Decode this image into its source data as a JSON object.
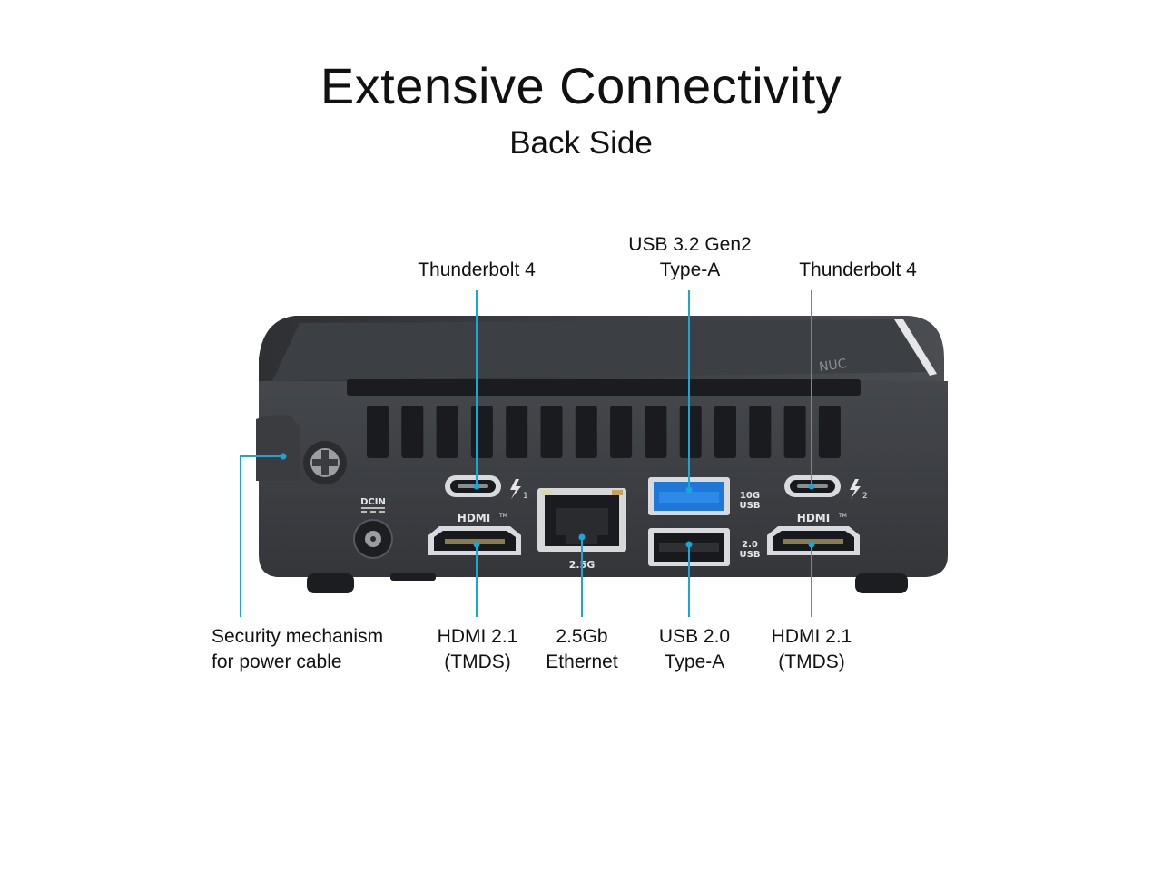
{
  "title": "Extensive Connectivity",
  "subtitle": "Back Side",
  "colors": {
    "callout": "#1aa6d6",
    "chassis": "#3a3d42",
    "chassis_dark": "#2a2c30",
    "usb3_blue": "#1f78d8"
  },
  "callouts": {
    "tb4_left": [
      "Thunderbolt  4"
    ],
    "usb32": [
      "USB 3.2 Gen2",
      "Type-A"
    ],
    "tb4_right": [
      "Thunderbolt  4"
    ],
    "security": [
      "Security mechanism",
      "for power cable"
    ],
    "hdmi_left": [
      "HDMI 2.1",
      "(TMDS)"
    ],
    "ethernet": [
      "2.5Gb",
      "Ethernet"
    ],
    "usb20": [
      "USB 2.0",
      "Type-A"
    ],
    "hdmi_right": [
      "HDMI 2.1",
      "(TMDS)"
    ]
  },
  "device_markings": {
    "dcin": "DCIN",
    "hdmi_logo": "HDMI",
    "tm": "TM",
    "lan_speed": "2.5G",
    "usb10g_top": "10G",
    "usb10g_bottom": "USB",
    "usb20_top": "2.0",
    "usb20_bottom": "USB",
    "tb_port1": "1",
    "tb_port2": "2",
    "brand_mark": "NUC"
  },
  "icons": [
    "thunderbolt-icon",
    "dc-power-icon",
    "security-screw-icon"
  ]
}
